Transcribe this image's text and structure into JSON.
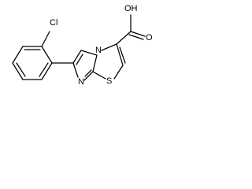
{
  "molecule": {
    "atom_labels": {
      "hydroxyl": "OH",
      "carbonyl_oxygen": "O",
      "ring_nitrogen_bridgehead": "N",
      "ring_nitrogen_imine": "N",
      "sulfur": "S",
      "chlorine": "Cl"
    },
    "colors": {
      "bond": "#000000",
      "label": "#000000",
      "background": "#ffffff"
    }
  }
}
